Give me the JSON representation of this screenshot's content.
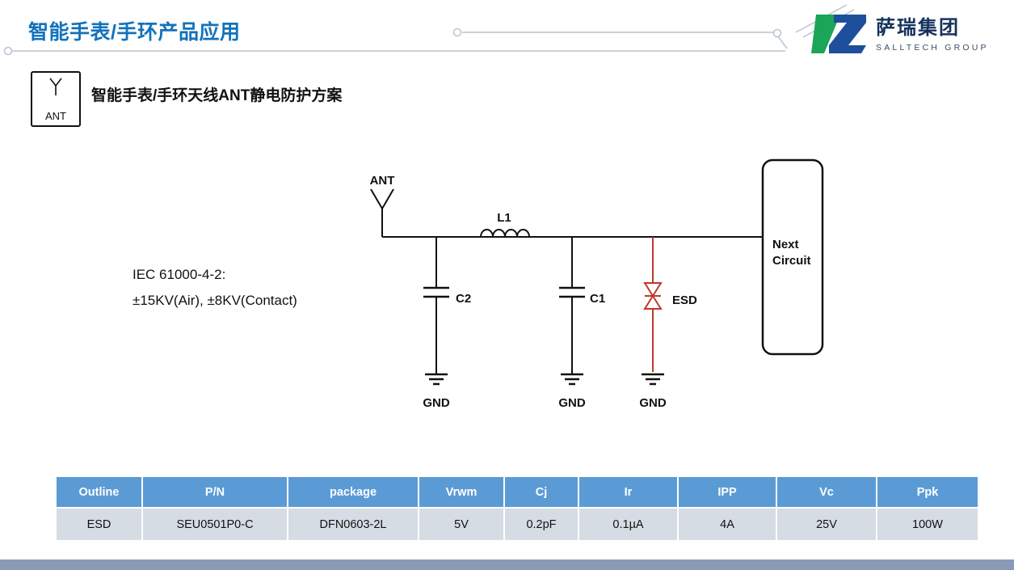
{
  "header": {
    "title": "智能手表/手环产品应用",
    "logo_name": "萨瑞集团",
    "logo_subname": "SALLTECH GROUP"
  },
  "ant_badge": {
    "label": "ANT"
  },
  "section": {
    "heading": "智能手表/手环天线ANT静电防护方案"
  },
  "diagram": {
    "ant_label": "ANT",
    "l1_label": "L1",
    "c2_label": "C2",
    "c1_label": "C1",
    "esd_label": "ESD",
    "next_line1": "Next",
    "next_line2": "Circuit",
    "gnd_a": "GND",
    "gnd_b": "GND",
    "gnd_c": "GND",
    "iec_line1": "IEC 61000-4-2:",
    "iec_line2": "±15KV(Air), ±8KV(Contact)"
  },
  "table": {
    "headers": [
      "Outline",
      "P/N",
      "package",
      "Vrwm",
      "Cj",
      "Ir",
      "IPP",
      "Vc",
      "Ppk"
    ],
    "rows": [
      [
        "ESD",
        "SEU0501P0-C",
        "DFN0603-2L",
        "5V",
        "0.2pF",
        "0.1µA",
        "4A",
        "25V",
        "100W"
      ]
    ]
  },
  "colors": {
    "title_blue": "#1272bb",
    "table_header_blue": "#5b9bd5",
    "table_row_gray": "#d6dce4",
    "esd_red": "#c0392b",
    "logo_green": "#1aa558",
    "logo_blue": "#1e4f9c",
    "footer_gray_blue": "#8a99b5"
  }
}
